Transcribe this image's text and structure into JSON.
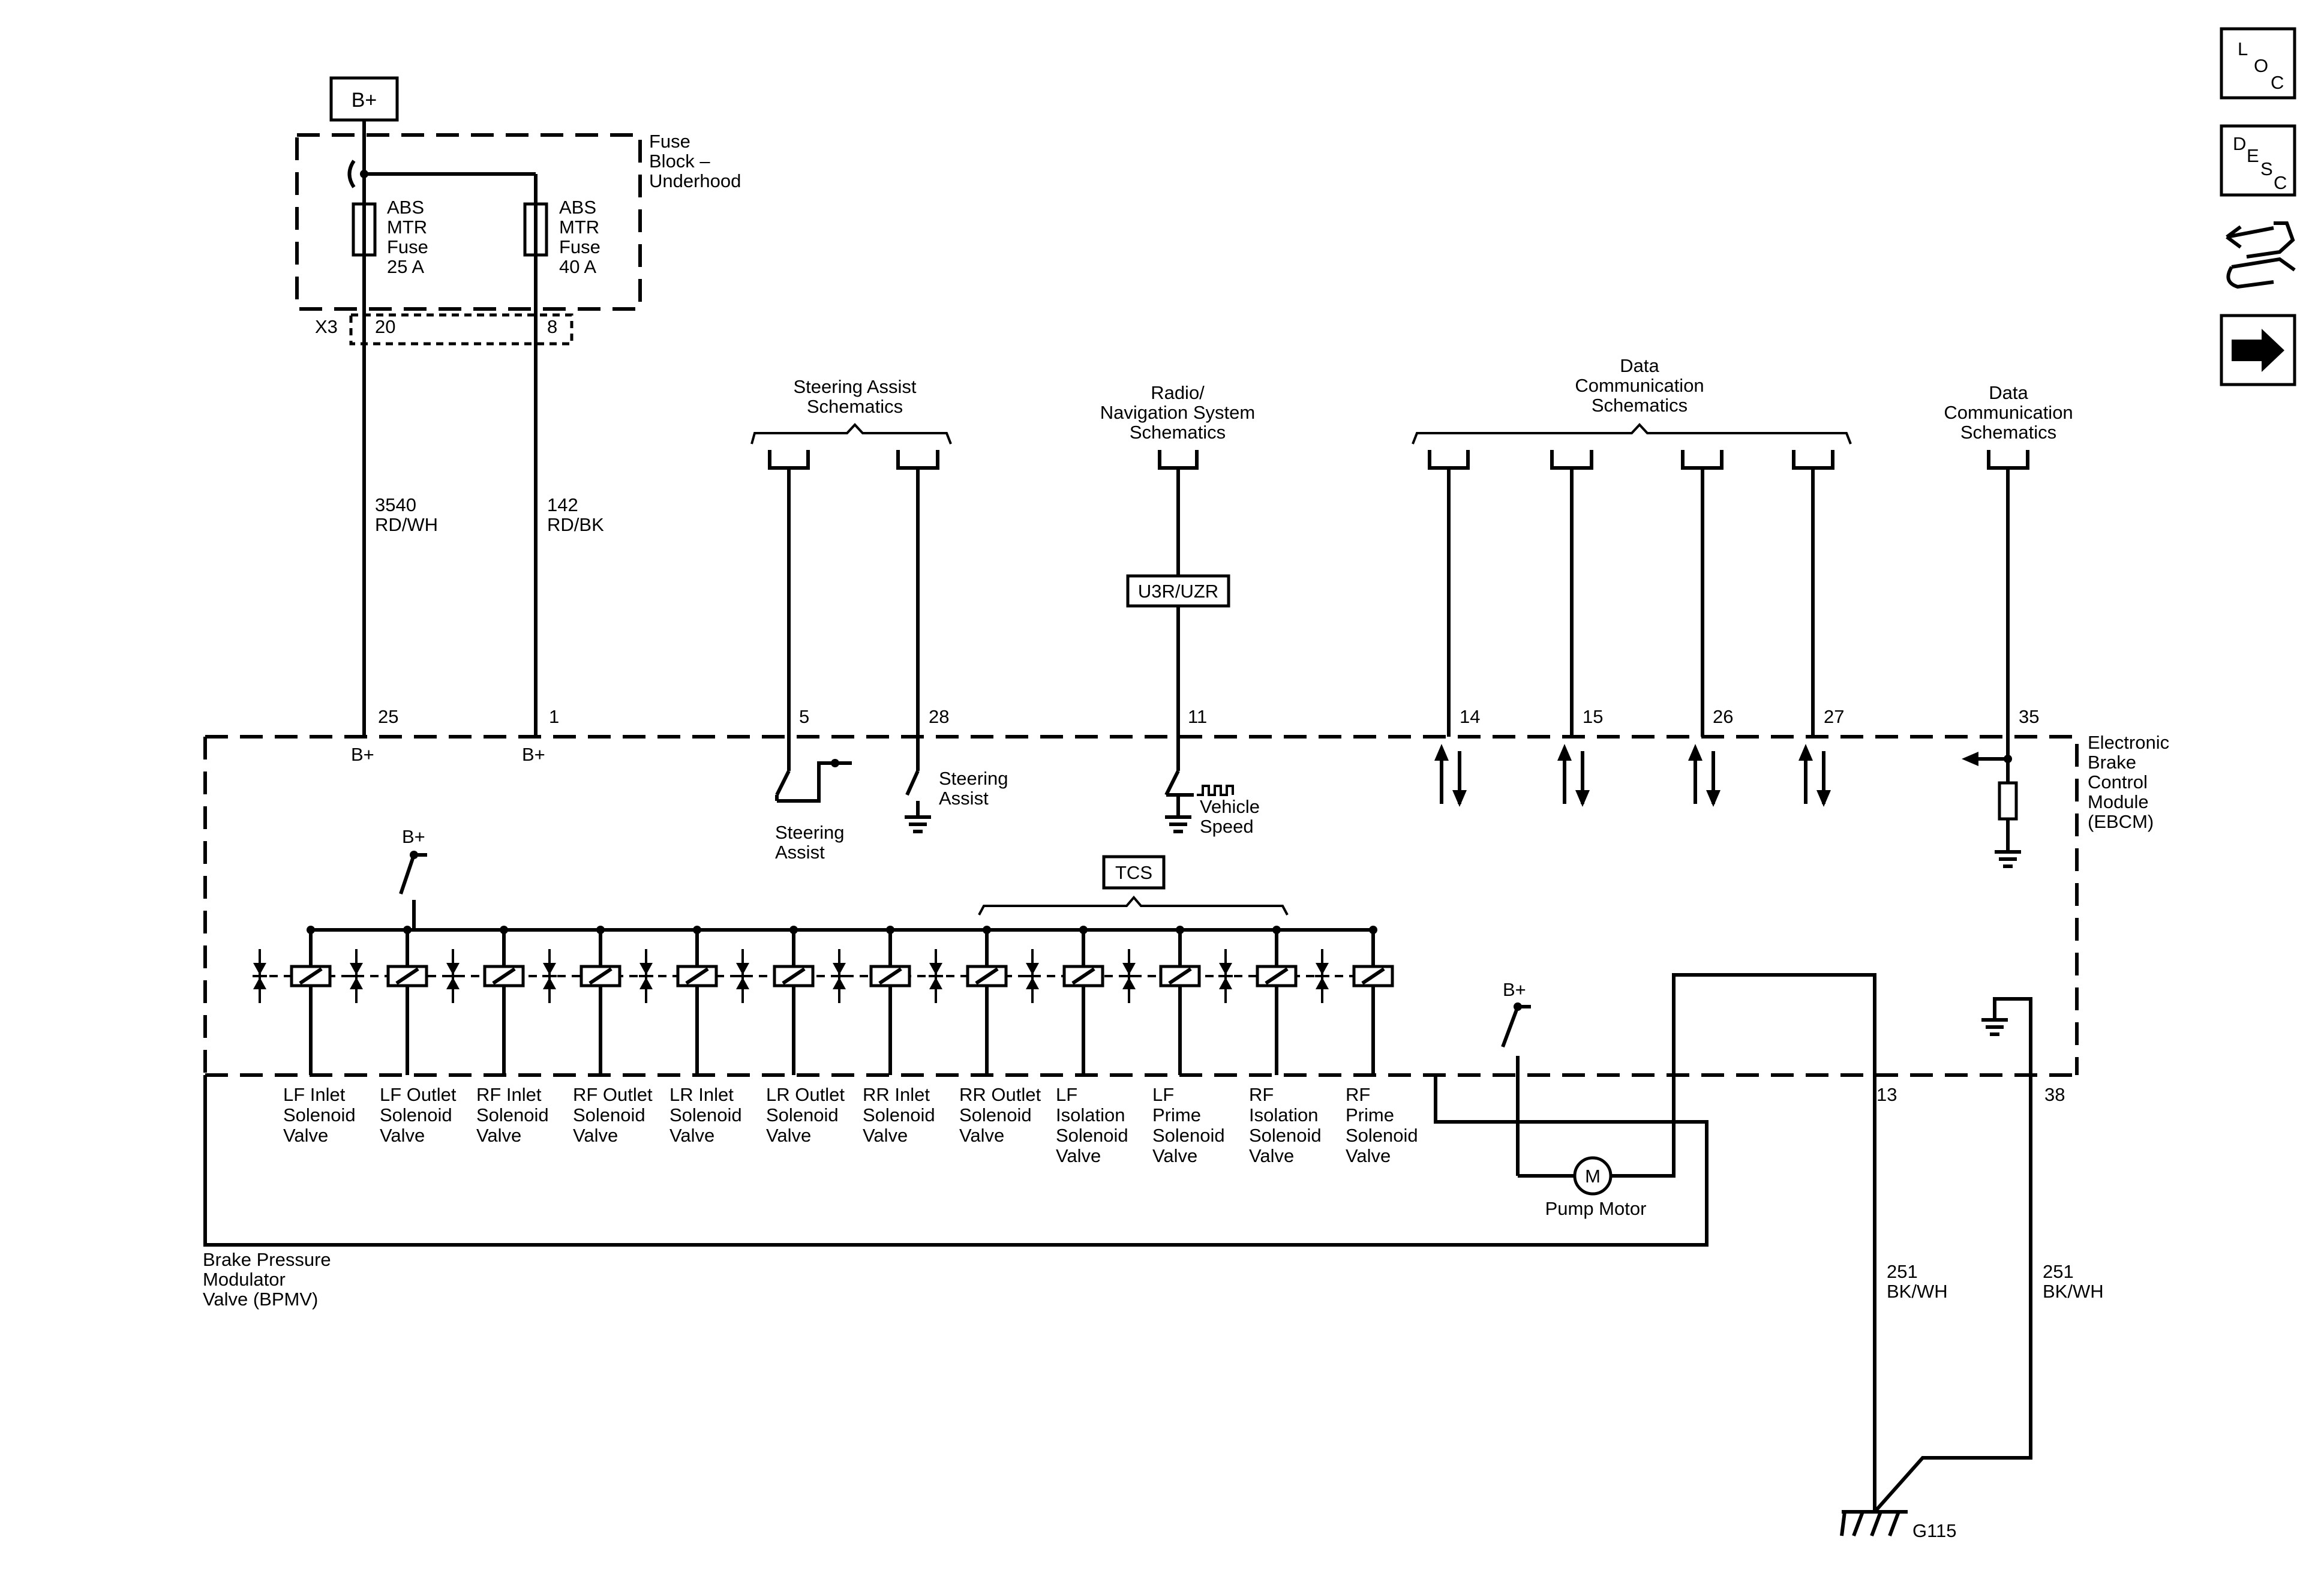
{
  "power": {
    "source": "B+"
  },
  "fuse_block": {
    "title_lines": [
      "Fuse",
      "Block –",
      "Underhood"
    ],
    "connector": "X3",
    "fuses": [
      {
        "lines": [
          "ABS",
          "MTR",
          "Fuse",
          "25 A"
        ],
        "pin": "20"
      },
      {
        "lines": [
          "ABS",
          "MTR",
          "Fuse",
          "40 A"
        ],
        "pin": "8"
      }
    ]
  },
  "wires": [
    {
      "circuit": "3540",
      "color": "RD/WH"
    },
    {
      "circuit": "142",
      "color": "RD/BK"
    },
    {
      "circuit": "251",
      "color": "BK/WH"
    },
    {
      "circuit": "251",
      "color": "BK/WH"
    }
  ],
  "references": [
    {
      "lines": [
        "Steering Assist",
        "Schematics"
      ]
    },
    {
      "lines": [
        "Radio/",
        "Navigation System",
        "Schematics"
      ]
    },
    {
      "lines": [
        "Data",
        "Communication",
        "Schematics"
      ]
    },
    {
      "lines": [
        "Data",
        "Communication",
        "Schematics"
      ]
    }
  ],
  "option_codes": {
    "radio": "U3R/UZR",
    "tcs": "TCS"
  },
  "ebcm": {
    "title_lines": [
      "Electronic",
      "Brake",
      "Control",
      "Module",
      "(EBCM)"
    ],
    "pins": [
      "25",
      "1",
      "5",
      "28",
      "11",
      "14",
      "15",
      "26",
      "27",
      "35",
      "13",
      "38"
    ],
    "bplus_label": "B+",
    "internal": {
      "steering_assist_a": [
        "Steering",
        "Assist"
      ],
      "steering_assist_b": [
        "Steering",
        "Assist"
      ],
      "vehicle_speed": [
        "Vehicle",
        "Speed"
      ]
    }
  },
  "bpmv": {
    "title_lines": [
      "Brake Pressure",
      "Modulator",
      "Valve (BPMV)"
    ],
    "valves": [
      [
        "LF Inlet",
        "Solenoid",
        "Valve"
      ],
      [
        "LF Outlet",
        "Solenoid",
        "Valve"
      ],
      [
        "RF Inlet",
        "Solenoid",
        "Valve"
      ],
      [
        "RF Outlet",
        "Solenoid",
        "Valve"
      ],
      [
        "LR Inlet",
        "Solenoid",
        "Valve"
      ],
      [
        "LR Outlet",
        "Solenoid",
        "Valve"
      ],
      [
        "RR Inlet",
        "Solenoid",
        "Valve"
      ],
      [
        "RR Outlet",
        "Solenoid",
        "Valve"
      ],
      [
        "LF",
        "Isolation",
        "Solenoid",
        "Valve"
      ],
      [
        "LF",
        "Prime",
        "Solenoid",
        "Valve"
      ],
      [
        "RF",
        "Isolation",
        "Solenoid",
        "Valve"
      ],
      [
        "RF",
        "Prime",
        "Solenoid",
        "Valve"
      ]
    ],
    "pump_motor": "Pump Motor",
    "motor_symbol": "M"
  },
  "ground": {
    "label": "G115"
  },
  "side_icons": [
    {
      "name": "loc-icon",
      "letters": [
        "L",
        "O",
        "C"
      ]
    },
    {
      "name": "desc-icon",
      "letters": [
        "D",
        "E",
        "S",
        "C"
      ]
    },
    {
      "name": "connector-icon"
    },
    {
      "name": "next-arrow-icon"
    }
  ]
}
